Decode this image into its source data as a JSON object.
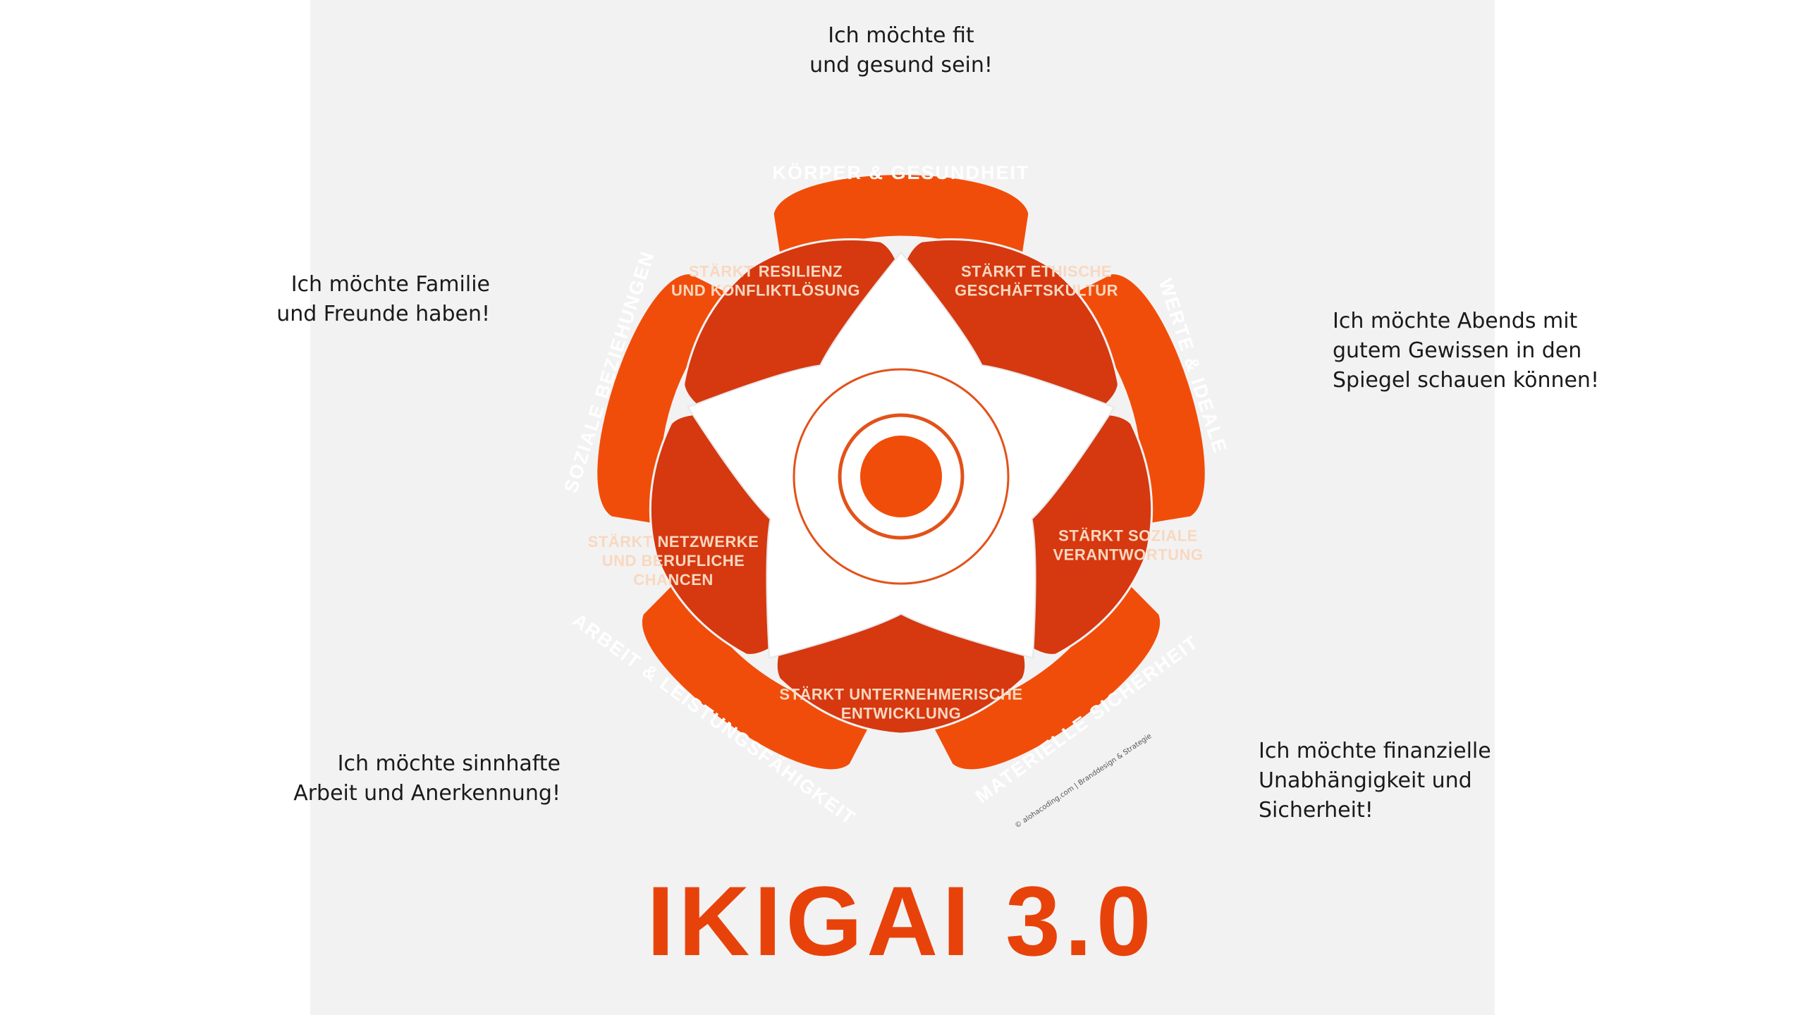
{
  "title": "IKIGAI 3.0",
  "credit": "© alohacoding.com | Branddesign & Strategie",
  "colors": {
    "outer_petal": "#f14d0a",
    "inner_petal": "#d63810",
    "title": "#e8420b",
    "background": "#f2f2f2"
  },
  "outer_petals": [
    {
      "label": "KÖRPER & GESUNDHEIT"
    },
    {
      "label": "WERTE & IDEALE"
    },
    {
      "label": "MATERIELLE SICHERHEIT"
    },
    {
      "label": "ARBEIT & LEISTUNGSFÄHIGKEIT"
    },
    {
      "label": "SOZIALE BEZIEHUNGEN"
    }
  ],
  "inner_petals": [
    {
      "lines": [
        "STÄRKT ETHISCHE",
        "GESCHÄFTSKULTUR"
      ]
    },
    {
      "lines": [
        "STÄRKT SOZIALE",
        "VERANTWORTUNG"
      ]
    },
    {
      "lines": [
        "STÄRKT UNTERNEHMERISCHE",
        "ENTWICKLUNG"
      ]
    },
    {
      "lines": [
        "STÄRKT NETZWERKE",
        "UND BERUFLICHE",
        "CHANCEN"
      ]
    },
    {
      "lines": [
        "STÄRKT RESILIENZ",
        "UND KONFLIKTLÖSUNG"
      ]
    }
  ],
  "captions": {
    "top": [
      "Ich möchte fit",
      "und gesund sein!"
    ],
    "right": [
      "Ich möchte Abends mit",
      "gutem Gewissen in den",
      "Spiegel schauen können!"
    ],
    "bottom_right": [
      "Ich möchte finanzielle",
      "Unabhängigkeit und",
      "Sicherheit!"
    ],
    "bottom_left": [
      "Ich möchte sinnhafte",
      "Arbeit und Anerkennung!"
    ],
    "left": [
      "Ich möchte Familie",
      "und Freunde haben!"
    ]
  }
}
